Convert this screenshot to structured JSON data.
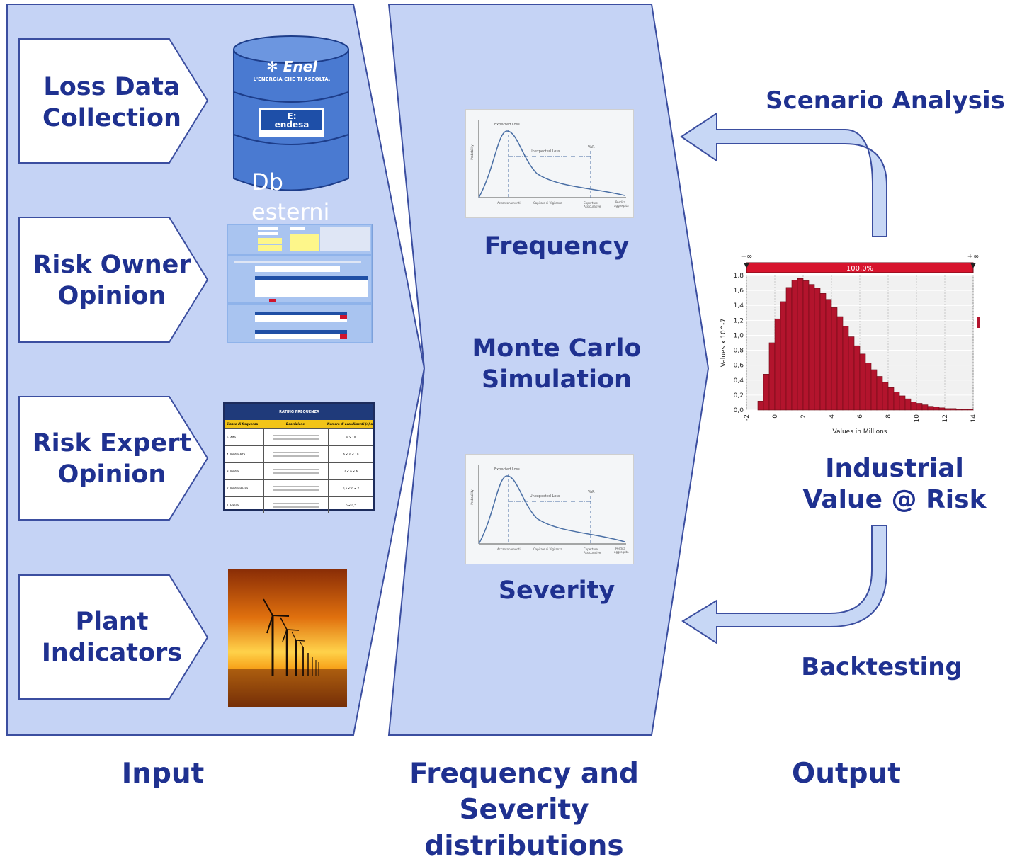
{
  "input": {
    "title": "Input",
    "items": [
      {
        "line1": "Loss Data",
        "line2": "Collection"
      },
      {
        "line1": "Risk Owner",
        "line2": "Opinion"
      },
      {
        "line1": "Risk Expert",
        "line2": "Opinion"
      },
      {
        "line1": "Plant",
        "line2": "Indicators"
      }
    ],
    "db": {
      "logo_top": "Enel",
      "slogan": "L'ENERGIA CHE TI ASCOLTA.",
      "logo_mid": "endesa",
      "caption_line1": "Db",
      "caption_line2": "esterni"
    }
  },
  "distributions": {
    "title_line1": "Frequency and",
    "title_line2": "Severity",
    "title_line3": "distributions",
    "frequency": "Frequency",
    "monte_carlo_line1": "Monte Carlo",
    "monte_carlo_line2": "Simulation",
    "severity": "Severity",
    "curve": {
      "ylabel": "Probability",
      "expected": "Expected Loss",
      "unexpected": "Unexpected Loss",
      "var": "VaR",
      "x1": "Accantonamenti",
      "x2": "Capitale di Vigilanza",
      "x3a": "Coperture",
      "x3b": "Assicurative",
      "x4a": "Perdita",
      "x4b": "aggregata"
    }
  },
  "output": {
    "title": "Output",
    "scenario": "Scenario Analysis",
    "backtesting": "Backtesting",
    "ivar_line1": "Industrial",
    "ivar_line2": "Value @ Risk"
  },
  "rating_table": {
    "title": "RATING FREQUENZA",
    "headers": [
      "Classe di frequenza",
      "Descrizione",
      "Numero di accadimenti (n) all'anno"
    ],
    "rows": [
      [
        "5. Alta",
        "n > 10"
      ],
      [
        "4. Medio Alta",
        "6 < n ≤ 10"
      ],
      [
        "3. Media",
        "2 < n ≤ 6"
      ],
      [
        "2. Medio Bassa",
        "0,5 < n ≤ 2"
      ],
      [
        "1. Bassa",
        "n ≤ 0,5"
      ]
    ]
  },
  "chart_data": {
    "type": "bar",
    "xlabel": "Values in Millions",
    "ylabel": "Values x 10^-7",
    "xlim": [
      -2,
      14
    ],
    "ylim": [
      0,
      1.8
    ],
    "x_ticks": [
      "-2",
      "0",
      "2",
      "4",
      "6",
      "8",
      "10",
      "12",
      "14"
    ],
    "y_ticks": [
      "0,0",
      "0,2",
      "0,4",
      "0,6",
      "0,8",
      "1,0",
      "1,2",
      "1,4",
      "1,6",
      "1,8"
    ],
    "band_label": "100,0%",
    "left_marker": "−∞",
    "right_marker": "+∞",
    "bar_color": "#b3142d",
    "x": [
      -1.2,
      -0.8,
      -0.4,
      0.0,
      0.4,
      0.8,
      1.2,
      1.6,
      2.0,
      2.4,
      2.8,
      3.2,
      3.6,
      4.0,
      4.4,
      4.8,
      5.2,
      5.6,
      6.0,
      6.4,
      6.8,
      7.2,
      7.6,
      8.0,
      8.4,
      8.8,
      9.2,
      9.6,
      10.0,
      10.4,
      10.8,
      11.2,
      11.6,
      12.0,
      12.4,
      12.8,
      13.2,
      13.6
    ],
    "values": [
      0.12,
      0.48,
      0.9,
      1.22,
      1.45,
      1.64,
      1.74,
      1.76,
      1.73,
      1.68,
      1.63,
      1.56,
      1.48,
      1.37,
      1.25,
      1.12,
      0.98,
      0.86,
      0.75,
      0.63,
      0.54,
      0.45,
      0.37,
      0.3,
      0.24,
      0.19,
      0.15,
      0.11,
      0.09,
      0.07,
      0.05,
      0.04,
      0.03,
      0.02,
      0.02,
      0.01,
      0.01,
      0.01
    ]
  },
  "colors": {
    "panel": "#c5d3f5",
    "panel_edge": "#3b4ea0",
    "text": "#1f3190",
    "arrow": "#c7d7f5"
  }
}
